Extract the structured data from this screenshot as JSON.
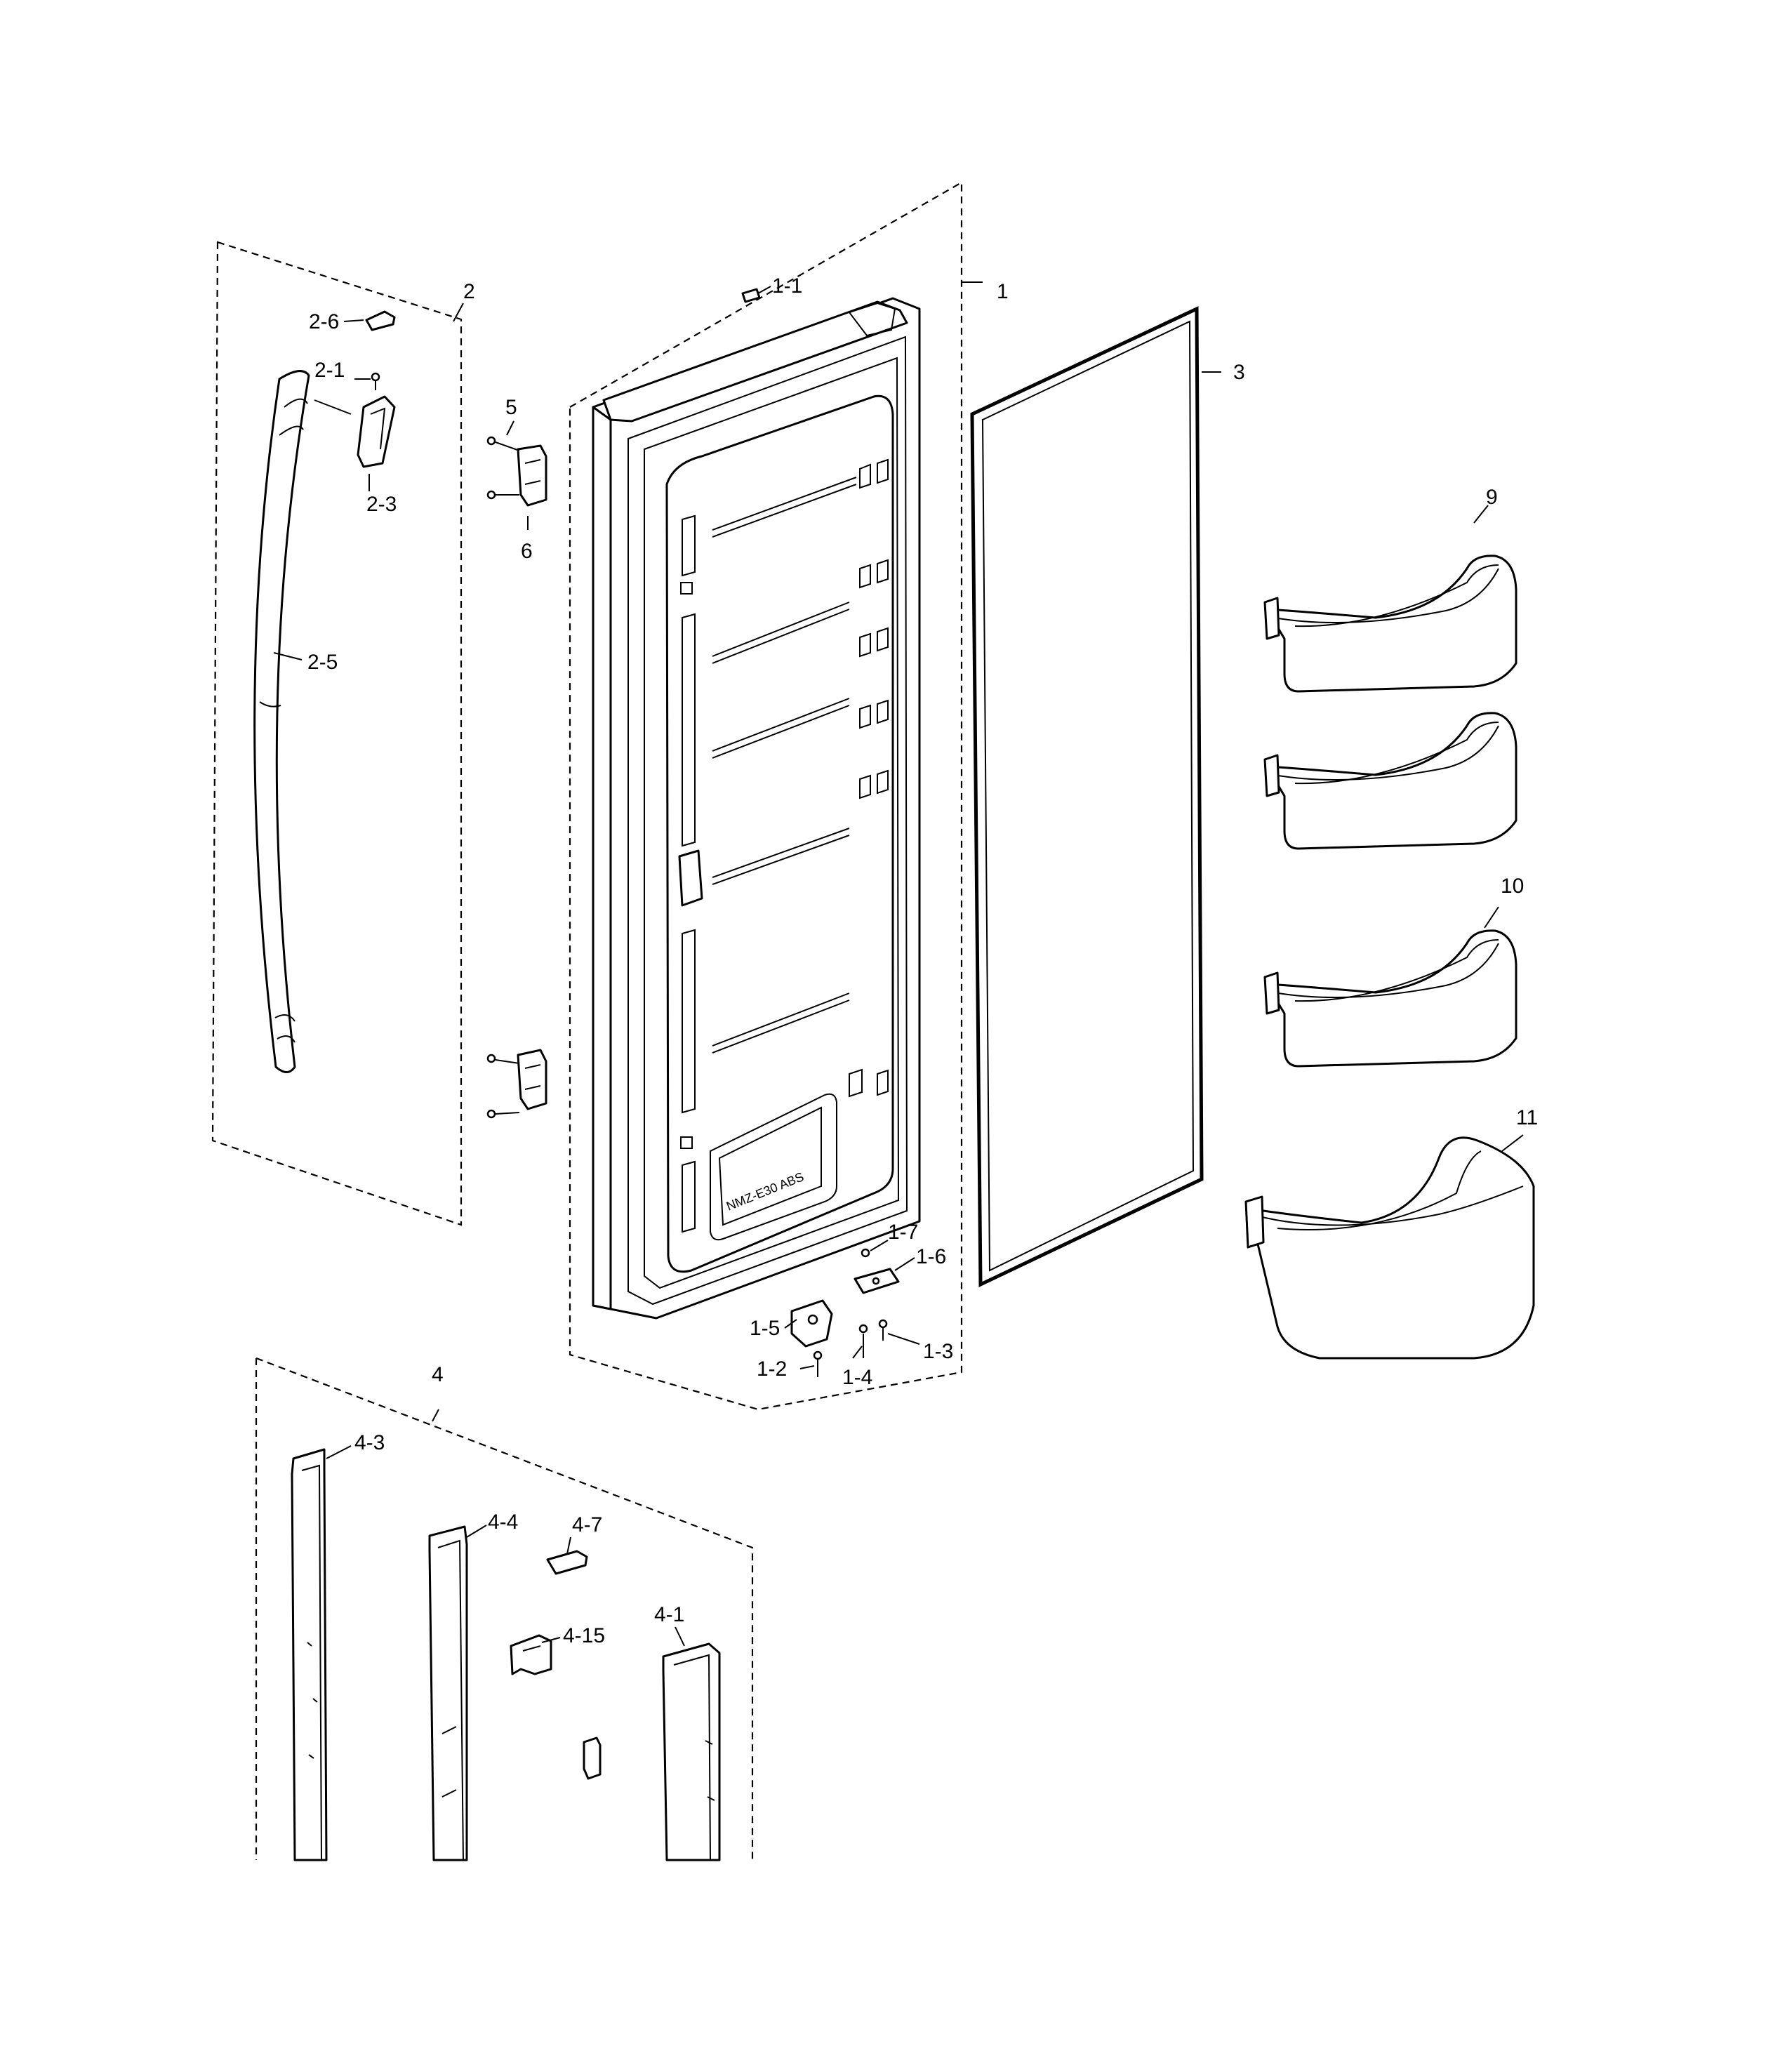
{
  "diagram": {
    "labels": {
      "part_1": "1",
      "part_1_1": "1-1",
      "part_1_2": "1-2",
      "part_1_3": "1-3",
      "part_1_4": "1-4",
      "part_1_5": "1-5",
      "part_1_6": "1-6",
      "part_1_7": "1-7",
      "part_2": "2",
      "part_2_1": "2-1",
      "part_2_3": "2-3",
      "part_2_5": "2-5",
      "part_2_6": "2-6",
      "part_3": "3",
      "part_4": "4",
      "part_4_1": "4-1",
      "part_4_3": "4-3",
      "part_4_4": "4-4",
      "part_4_7": "4-7",
      "part_4_15": "4-15",
      "part_5": "5",
      "part_6": "6",
      "part_9": "9",
      "part_10": "10",
      "part_11": "11"
    },
    "liner_stamp": "NMZ-E30 ABS"
  }
}
